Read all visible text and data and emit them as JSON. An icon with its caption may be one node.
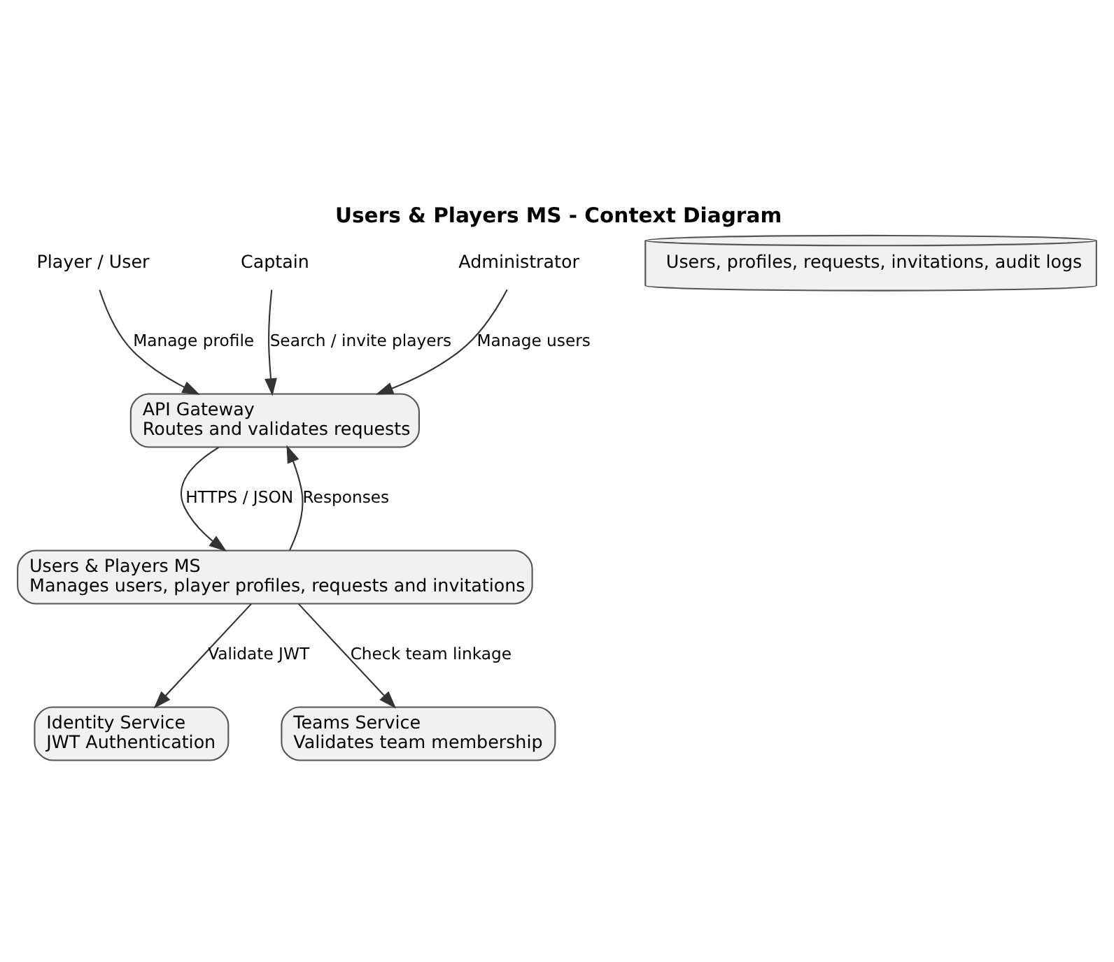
{
  "diagram": {
    "title": "Users & Players MS - Context Diagram",
    "nodes": [
      {
        "text": [
          "Player / User"
        ]
      },
      {
        "text": [
          "Captain"
        ]
      },
      {
        "text": [
          "Administrator"
        ]
      },
      {
        "text": [
          "Users, profiles, requests, invitations, audit logs"
        ]
      },
      {
        "text": [
          "API Gateway",
          "Routes and validates requests"
        ]
      },
      {
        "text": [
          "Users & Players MS",
          "Manages users, player profiles, requests and invitations"
        ]
      },
      {
        "text": [
          "Identity Service",
          "JWT Authentication"
        ]
      },
      {
        "text": [
          "Teams Service",
          "Validates team membership"
        ]
      }
    ],
    "edges": [
      {
        "from": 0,
        "to": 4,
        "arrow": "to",
        "label": "Manage profile"
      },
      {
        "from": 1,
        "to": 4,
        "arrow": "to",
        "label": "Search / invite players"
      },
      {
        "from": 2,
        "to": 4,
        "arrow": "to",
        "label": "Manage users"
      },
      {
        "from": 4,
        "to": 5,
        "arrow": "to",
        "label": "HTTPS / JSON"
      },
      {
        "from": 5,
        "to": 4,
        "arrow": "to",
        "label": "Responses"
      },
      {
        "from": 5,
        "to": 6,
        "arrow": "to",
        "label": "Validate JWT"
      },
      {
        "from": 5,
        "to": 7,
        "arrow": "to",
        "label": "Check team linkage"
      }
    ]
  }
}
